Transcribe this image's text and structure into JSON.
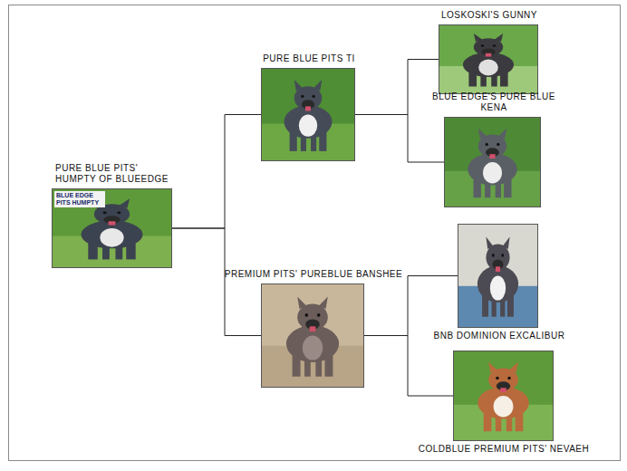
{
  "diagram": {
    "nodes": [
      {
        "text": [
          "PURE BLUE PITS' HUMPTY OF BLUEEDGE"
        ]
      },
      {
        "text": [
          "PURE BLUE PITS TI"
        ]
      },
      {
        "text": [
          "PREMIUM PITS' PUREBLUE BANSHEE"
        ]
      },
      {
        "text": [
          "LOSKOSKI'S GUNNY"
        ]
      },
      {
        "text": [
          "BLUE EDGE'S PURE BLUE KENA"
        ]
      },
      {
        "text": [
          "BNB DOMINION EXCALIBUR"
        ]
      },
      {
        "text": [
          "COLDBLUE PREMIUM PITS' NEVAEH"
        ]
      }
    ],
    "edges": [
      {
        "from": 0,
        "to": 1,
        "arrow": "none"
      },
      {
        "from": 0,
        "to": 2,
        "arrow": "none"
      },
      {
        "from": 1,
        "to": 3,
        "arrow": "none"
      },
      {
        "from": 1,
        "to": 4,
        "arrow": "none"
      },
      {
        "from": 2,
        "to": 5,
        "arrow": "none"
      },
      {
        "from": 2,
        "to": 6,
        "arrow": "none"
      }
    ],
    "labels": [
      "BLUE EDGE PITS HUMPTY"
    ]
  }
}
